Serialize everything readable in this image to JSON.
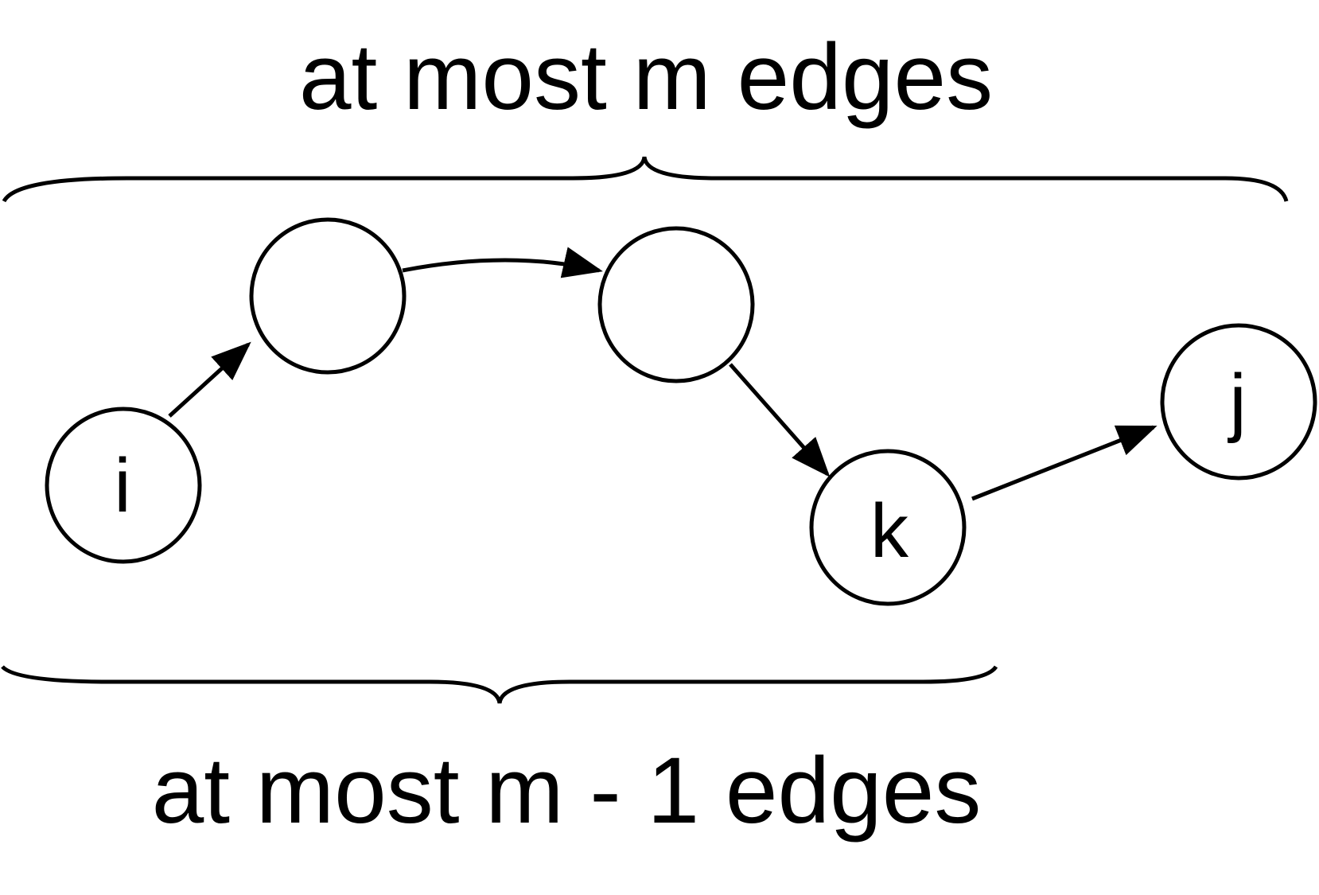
{
  "diagram": {
    "top_caption": "at most m edges",
    "bottom_caption": "at most m - 1 edges",
    "nodes": [
      {
        "id": "n1",
        "label": "i"
      },
      {
        "id": "n2",
        "label": ""
      },
      {
        "id": "n3",
        "label": ""
      },
      {
        "id": "n4",
        "label": "k"
      },
      {
        "id": "n5",
        "label": "j"
      }
    ],
    "edges": [
      {
        "from": "n1",
        "to": "n2"
      },
      {
        "from": "n2",
        "to": "n3"
      },
      {
        "from": "n3",
        "to": "n4"
      },
      {
        "from": "n4",
        "to": "n5"
      }
    ],
    "stroke_color": "#000000",
    "background_color": "#ffffff"
  }
}
